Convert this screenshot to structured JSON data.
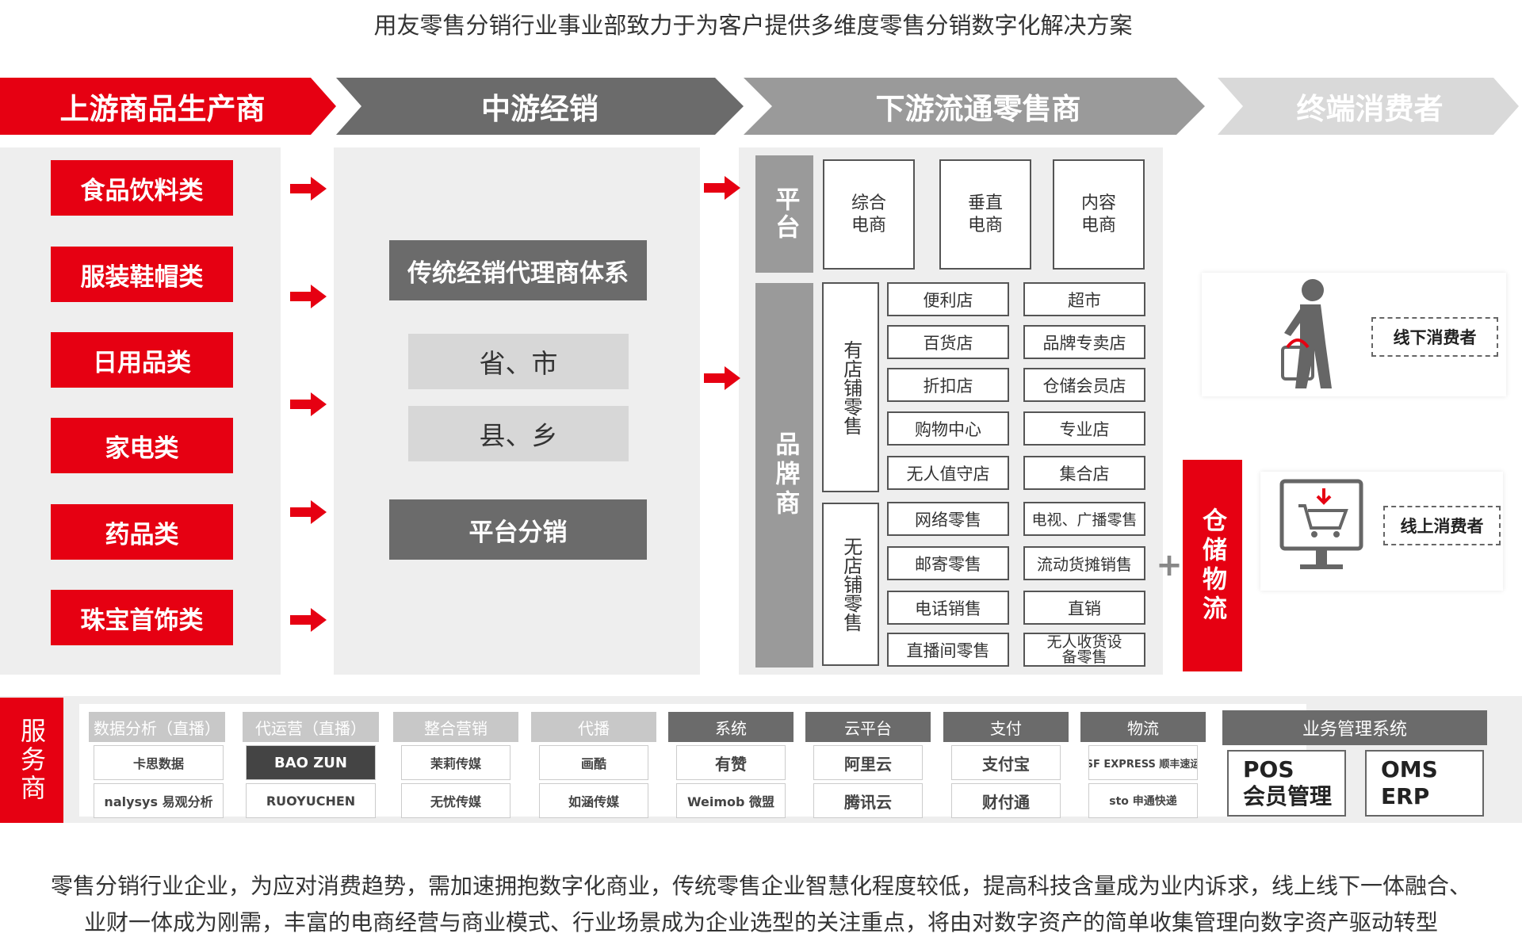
{
  "title": "用友零售分销行业事业部致力于为客户提供多维度零售分销数字化解决方案",
  "stages": [
    "上游商品生产商",
    "中游经销",
    "下游流通零售商",
    "终端消费者"
  ],
  "colors": {
    "red": "#e60012",
    "dark_gray": "#6b6b6b",
    "mid_gray": "#9a9a9a",
    "light_gray": "#d7d7d7",
    "panel": "#eeeeee"
  },
  "upstream": {
    "categories": [
      "食品饮料类",
      "服装鞋帽类",
      "日用品类",
      "家电类",
      "药品类",
      "珠宝首饰类"
    ]
  },
  "midstream": {
    "traditional": "传统经销代理商体系",
    "province_city": "省、市",
    "county_town": "县、乡",
    "platform_distribution": "平台分销"
  },
  "downstream": {
    "platform_label": "平台",
    "platform_types": [
      "综合电商",
      "垂直电商",
      "内容电商"
    ],
    "brand_label": "品牌商",
    "store_label": "有店铺零售",
    "store_types": [
      "便利店",
      "超市",
      "百货店",
      "品牌专卖店",
      "折扣店",
      "仓储会员店",
      "购物中心",
      "专业店",
      "无人值守店",
      "集合店"
    ],
    "nonstore_label": "无店铺零售",
    "nonstore_types": [
      "网络零售",
      "电视、广播零售",
      "邮寄零售",
      "流动货摊销售",
      "电话销售",
      "直销",
      "直播间零售",
      "无人收货设备零售"
    ],
    "plus": "+",
    "logistics": "仓储物流"
  },
  "consumers": {
    "offline": "线下消费者",
    "online": "线上消费者"
  },
  "services": {
    "label": "服务商",
    "groups": [
      {
        "name": "数据分析（直播）",
        "logos": [
          "卡思数据",
          "nalysys 易观分析"
        ]
      },
      {
        "name": "代运营（直播）",
        "logos": [
          "BAO ZUN",
          "RUOYUCHEN"
        ]
      },
      {
        "name": "整合营销",
        "logos": [
          "茉莉传媒",
          "无忧传媒"
        ]
      },
      {
        "name": "代播",
        "logos": [
          "画酷",
          "如涵传媒"
        ]
      },
      {
        "name": "系统",
        "logos": [
          "有赞",
          "Weimob 微盟"
        ]
      },
      {
        "name": "云平台",
        "logos": [
          "阿里云",
          "腾讯云"
        ]
      },
      {
        "name": "支付",
        "logos": [
          "支付宝",
          "财付通"
        ]
      },
      {
        "name": "物流",
        "logos": [
          "SF EXPRESS 顺丰速运",
          "sto 申通快递"
        ]
      }
    ],
    "business_system": {
      "name": "业务管理系统",
      "items": [
        "POS\n会员管理",
        "OMS\nERP"
      ]
    }
  },
  "footer": [
    "零售分销行业企业，为应对消费趋势，需加速拥抱数字化商业，传统零售企业智慧化程度较低，提高科技含量成为业内诉求，线上线下一体融合、",
    "业财一体成为刚需，丰富的电商经营与商业模式、行业场景成为企业选型的关注重点，将由对数字资产的简单收集管理向数字资产驱动转型"
  ]
}
